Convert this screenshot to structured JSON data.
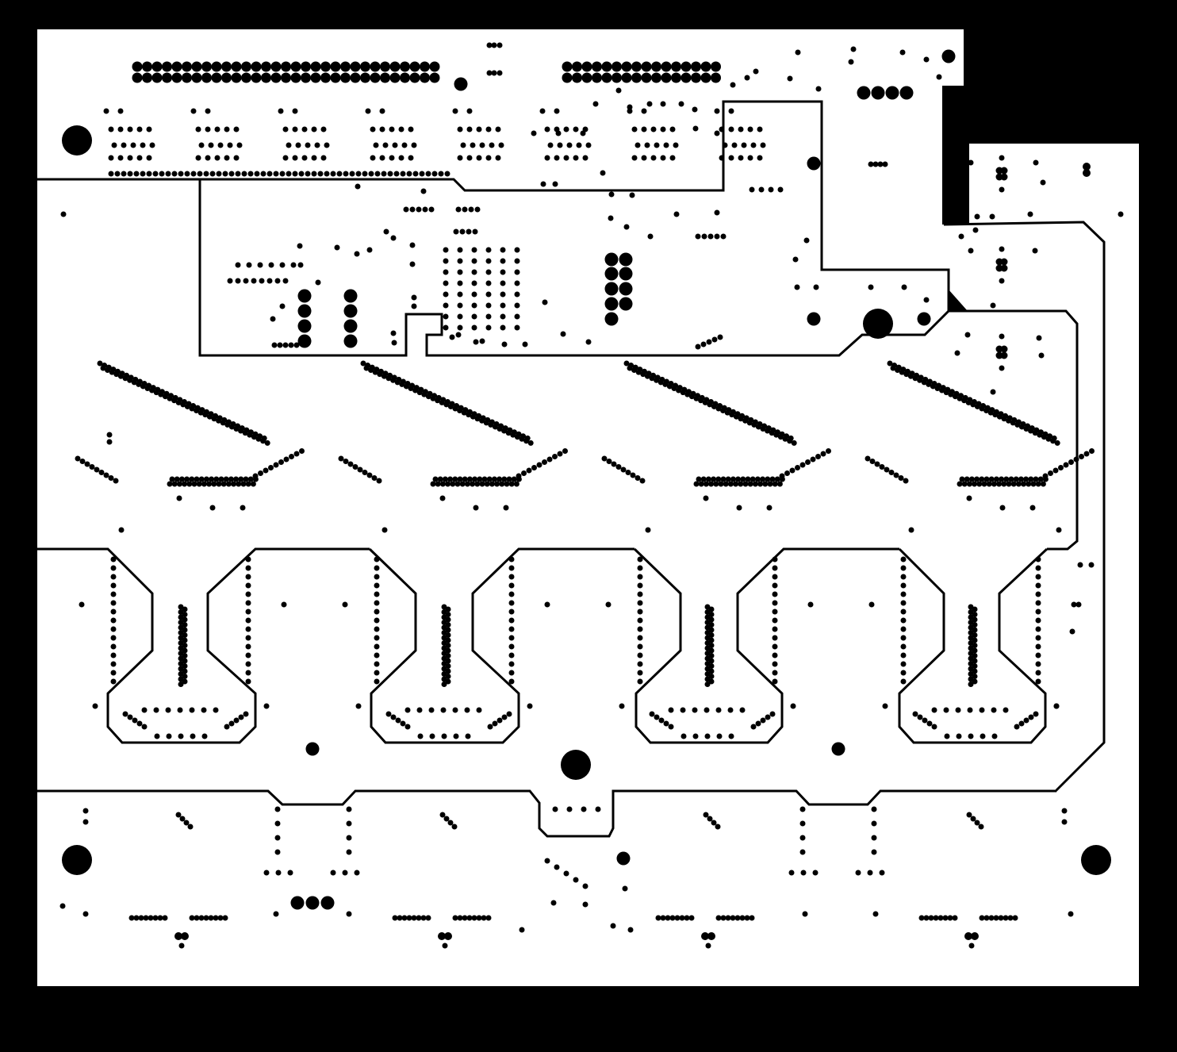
{
  "view": {
    "kind": "pcb-layer-artwork",
    "colors": {
      "background": "#000000",
      "copper_region": "#ffffff",
      "via": "#000000",
      "trace": "#000000"
    }
  },
  "board": {
    "mounting_hole_count": 5,
    "connector_header_count": 2,
    "channel_cell_count": 4
  }
}
